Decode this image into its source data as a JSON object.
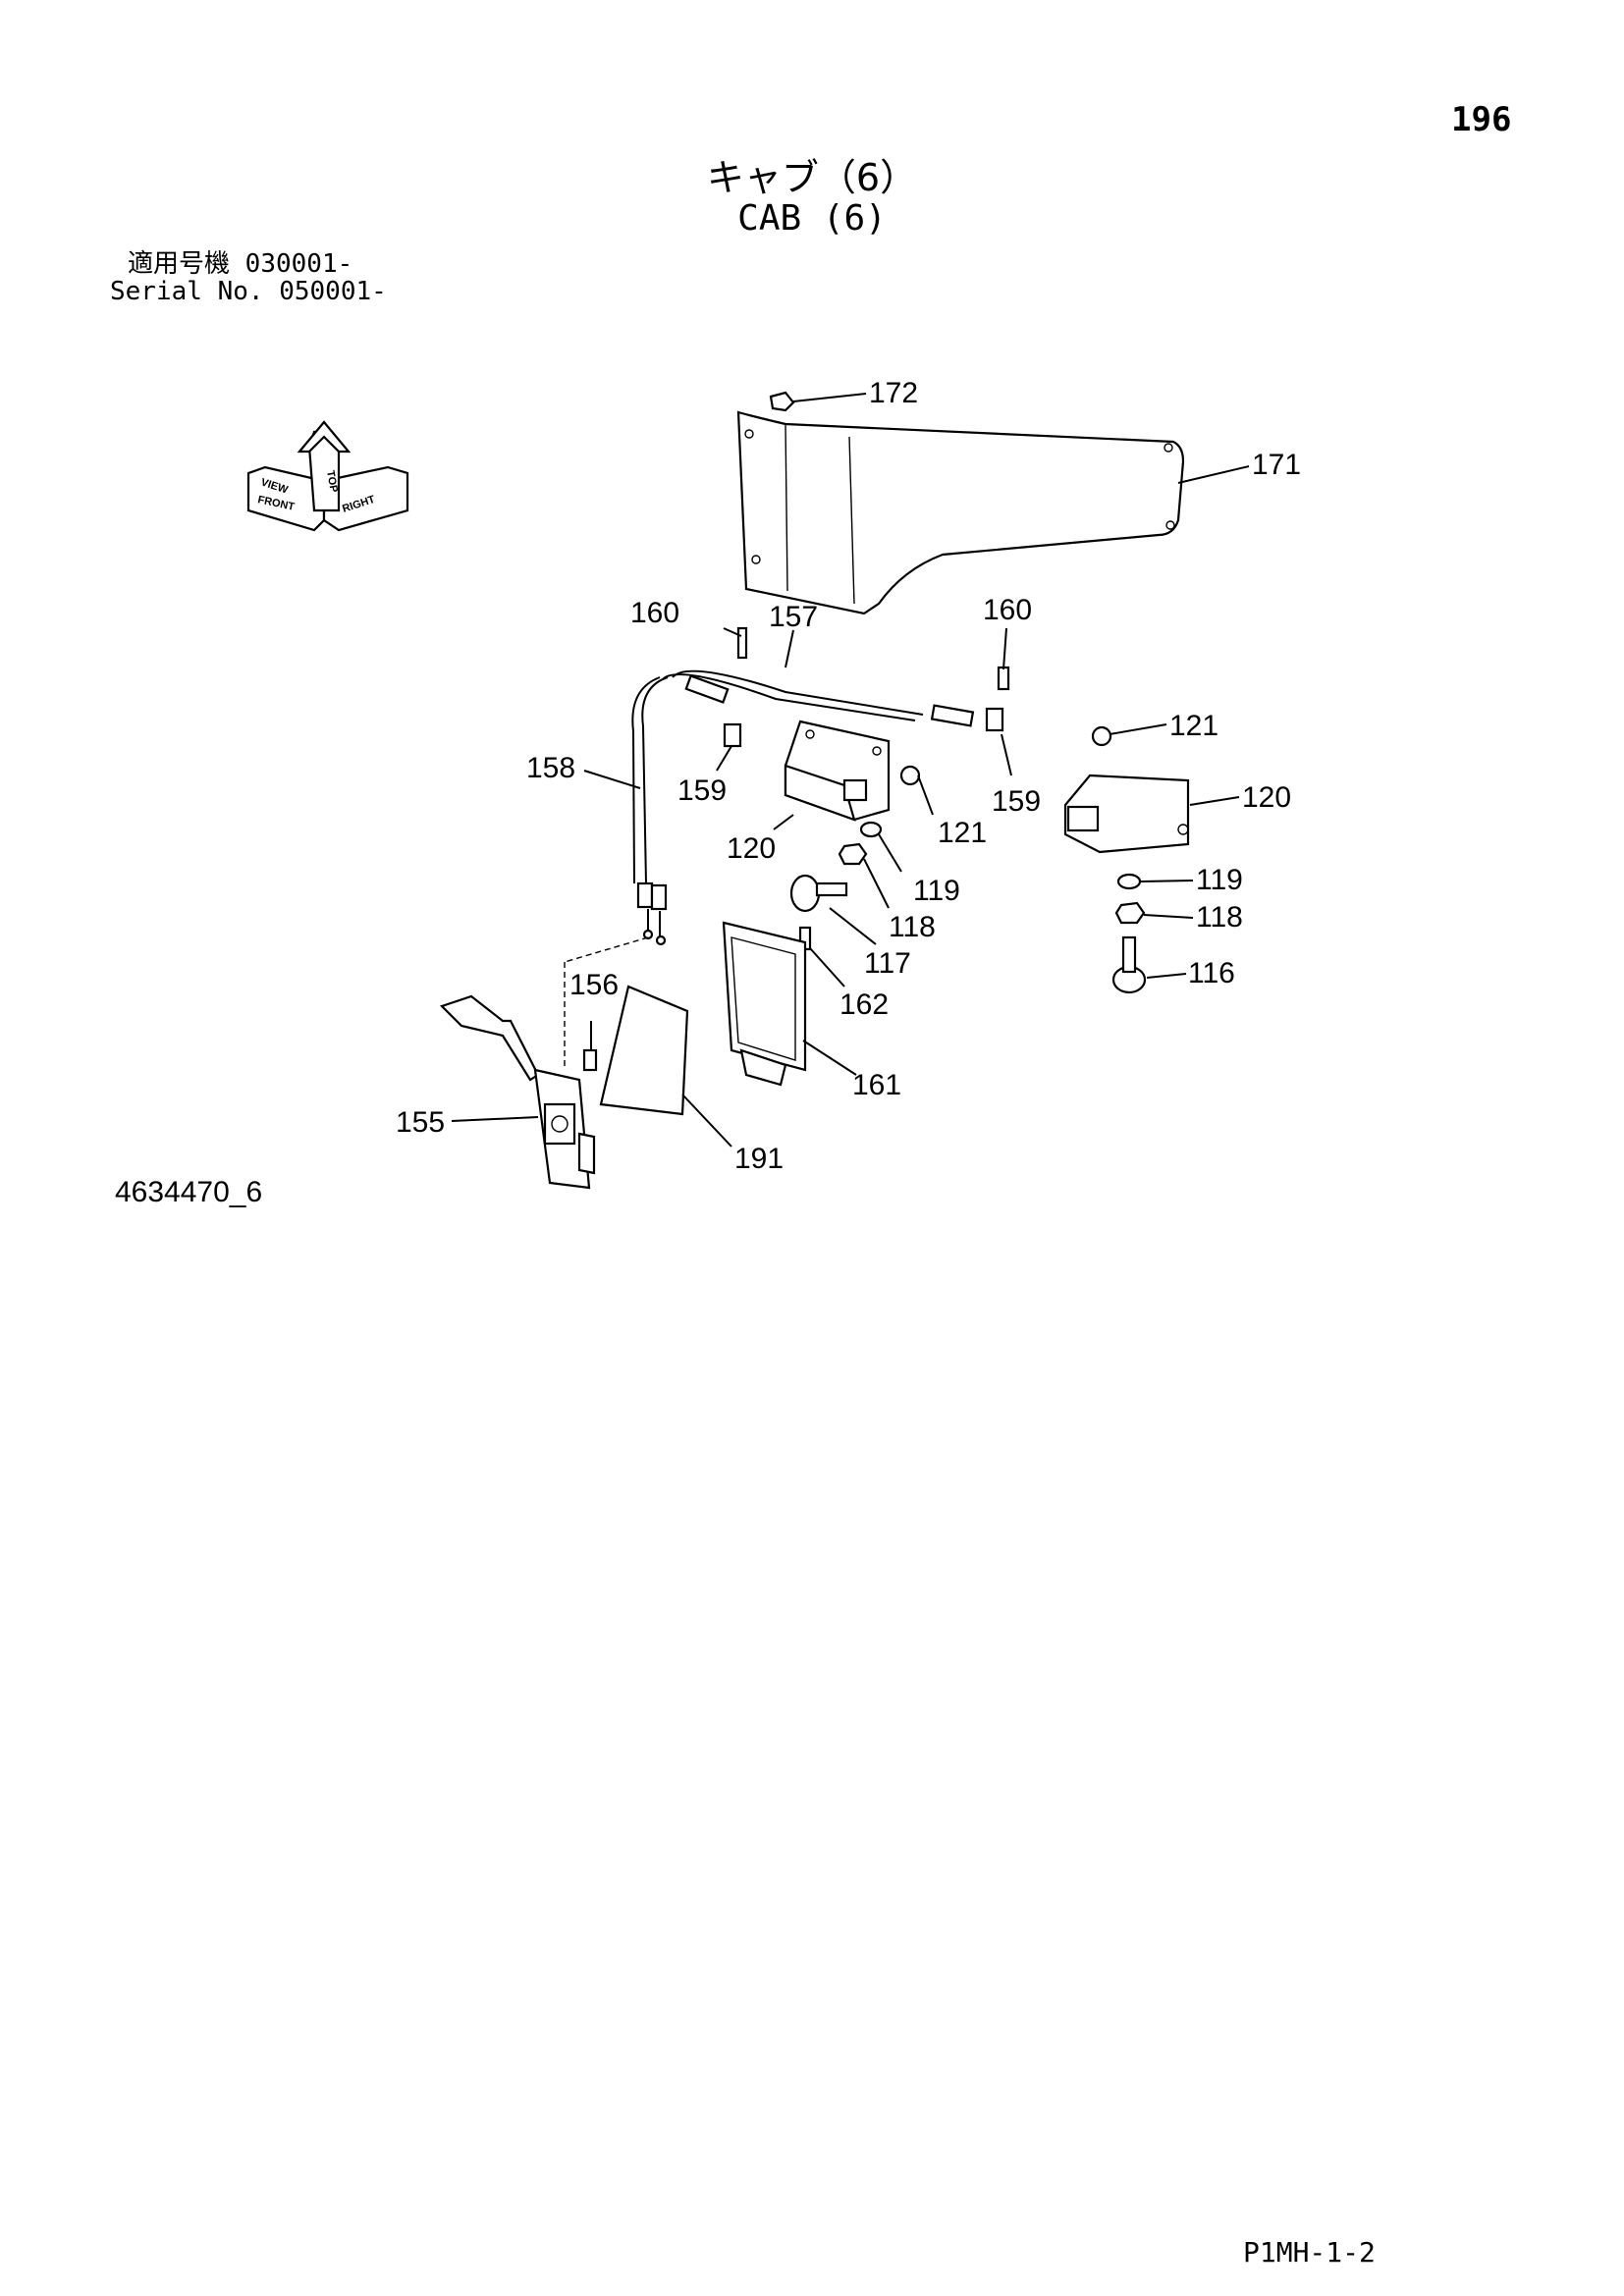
{
  "page_number": "196",
  "title_jp": "キャブ（6）",
  "title_en": "CAB (6)",
  "serial": {
    "line1_label": "適用号機",
    "line1_value": "030001-",
    "line2_label": "Serial No.",
    "line2_value": "050001-"
  },
  "direction_indicator": {
    "labels": [
      "FRONT",
      "TOP",
      "RIGHT",
      "VIEW"
    ]
  },
  "callouts": [
    "172",
    "171",
    "160",
    "157",
    "160",
    "121",
    "158",
    "159",
    "159",
    "120",
    "120",
    "121",
    "119",
    "119",
    "118",
    "118",
    "117",
    "116",
    "162",
    "156",
    "155",
    "161",
    "191"
  ],
  "drawing_id": "4634470_6",
  "page_code": "P1MH-1-2"
}
